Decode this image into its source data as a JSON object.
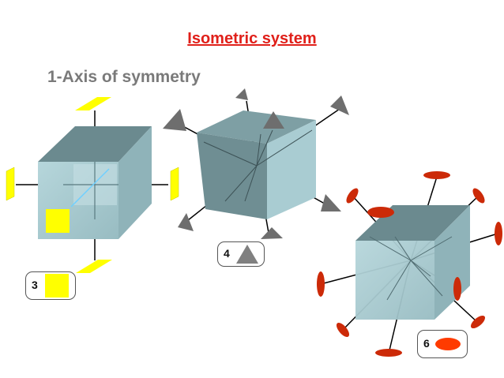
{
  "title": "Isometric system",
  "subtitle": "1-Axis of symmetry",
  "badges": [
    {
      "number": "3",
      "shape": "square",
      "color": "#ffff00"
    },
    {
      "number": "4",
      "shape": "triangle",
      "color": "#808080"
    },
    {
      "number": "6",
      "shape": "ellipse",
      "color": "#ff3b00"
    }
  ],
  "colors": {
    "title": "#e0201a",
    "subtitle": "#7a7a7a",
    "cube_front": "#a7c9cf",
    "cube_top": "#6b8a8f",
    "cube_side": "#8fb3b9",
    "square_marker": "#ffff00",
    "triangle_marker": "#6e6e6e",
    "ellipse_marker": "#cc2a08"
  }
}
